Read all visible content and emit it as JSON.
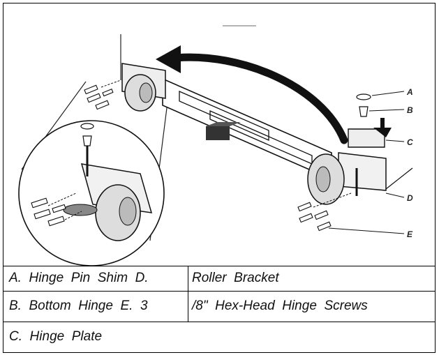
{
  "callouts": {
    "a": "A",
    "b": "B",
    "c": "C",
    "d": "D",
    "e": "E"
  },
  "legend": {
    "row1_left": "A.  Hinge  Pin  Shim  D.",
    "row1_right": "Roller  Bracket",
    "row2_left": "B.  Bottom  Hinge  E.  3",
    "row2_right": "/8\"  Hex-Head  Hinge  Screws",
    "row3": "C.  Hinge  Plate"
  }
}
